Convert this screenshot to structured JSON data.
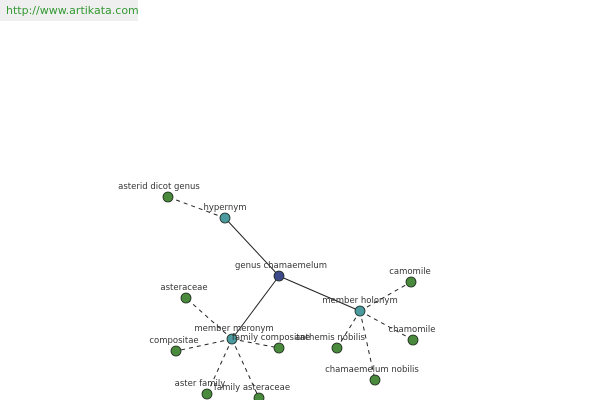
{
  "watermark": {
    "url": "http://www.artikata.com"
  },
  "graph": {
    "center": {
      "id": "genus-chamaemelum",
      "label": "genus chamaemelum"
    },
    "relations": [
      {
        "id": "hypernym",
        "label": "hypernym"
      },
      {
        "id": "member-holonym",
        "label": "member holonym"
      },
      {
        "id": "member-meronym",
        "label": "member meronym"
      }
    ],
    "terms": [
      {
        "id": "asterid-dicot-genus",
        "label": "asterid dicot genus",
        "relation": "hypernym"
      },
      {
        "id": "camomile",
        "label": "camomile",
        "relation": "member-holonym"
      },
      {
        "id": "chamomile",
        "label": "chamomile",
        "relation": "member-holonym"
      },
      {
        "id": "anthemis-nobilis",
        "label": "anthemis nobilis",
        "relation": "member-holonym"
      },
      {
        "id": "chamaemelum-nobilis",
        "label": "chamaemelum nobilis",
        "relation": "member-holonym"
      },
      {
        "id": "asteraceae",
        "label": "asteraceae",
        "relation": "member-meronym"
      },
      {
        "id": "compositae",
        "label": "compositae",
        "relation": "member-meronym"
      },
      {
        "id": "family-compositae",
        "label": "family compositae",
        "relation": "member-meronym"
      },
      {
        "id": "aster-family",
        "label": "aster family",
        "relation": "member-meronym"
      },
      {
        "id": "family-asteraceae",
        "label": "family asteraceae",
        "relation": "member-meronym"
      }
    ],
    "colors": {
      "center_node": "#3d4a8a",
      "relation_node": "#4a9aa0",
      "term_node": "#4a8a3c",
      "node_stroke": "#1f2a1f",
      "edge": "#222222",
      "watermark_text": "#339933",
      "watermark_bg": "#efefef"
    }
  }
}
